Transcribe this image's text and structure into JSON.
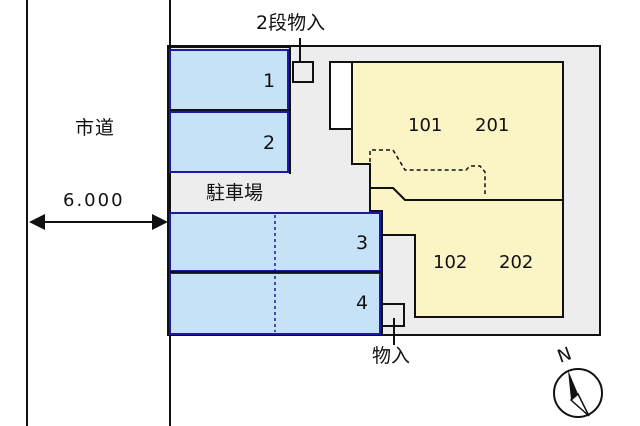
{
  "road": {
    "name": "市道",
    "width": "6.000"
  },
  "parking": {
    "label": "駐車場",
    "spaces": [
      {
        "number": "1"
      },
      {
        "number": "2"
      },
      {
        "number": "3"
      },
      {
        "number": "4"
      }
    ]
  },
  "storage": {
    "two_tier": "2段物入",
    "single": "物入"
  },
  "units": {
    "upper": {
      "ground": "101",
      "second": "201"
    },
    "lower": {
      "ground": "102",
      "second": "202"
    }
  },
  "compass": {
    "north": "N"
  },
  "colors": {
    "parking_fill": "#c6e2f7",
    "parking_border": "#1a1aa6",
    "building_fill": "#fbf5c6",
    "lot_fill": "#ededed",
    "line": "#111111"
  }
}
